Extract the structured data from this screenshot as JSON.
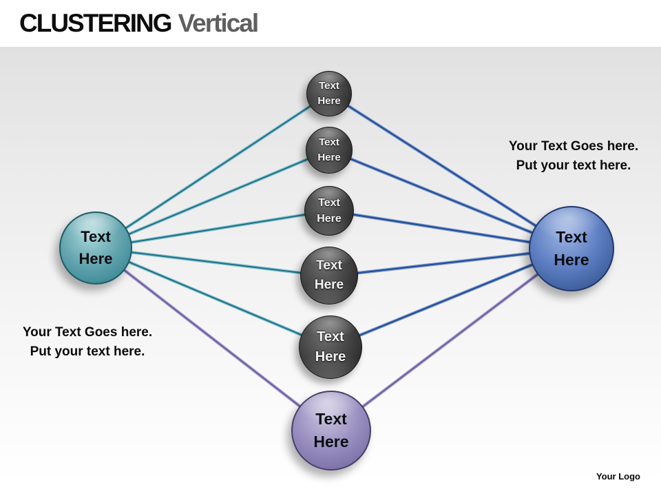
{
  "slide": {
    "title": {
      "primary": "CLUSTERING",
      "secondary": "Vertical"
    },
    "footer_logo": "Your Logo"
  },
  "captions": {
    "right": {
      "line1": "Your Text Goes here.",
      "line2": "Put your text here."
    },
    "left": {
      "line1": "Your Text Goes here.",
      "line2": "Put your text here."
    }
  },
  "nodes": {
    "left_hub": {
      "label": "Text Here",
      "color": "#4f959f"
    },
    "right_hub": {
      "label": "Text Here",
      "color": "#4a6fb5"
    },
    "bottom_node": {
      "label": "Text Here",
      "color": "#8177ad"
    },
    "middle": [
      {
        "label": "Text Here",
        "color": "#3a3a3a"
      },
      {
        "label": "Text Here",
        "color": "#3a3a3a"
      },
      {
        "label": "Text Here",
        "color": "#3a3a3a"
      },
      {
        "label": "Text Here",
        "color": "#3a3a3a"
      },
      {
        "label": "Text Here",
        "color": "#3a3a3a"
      }
    ]
  },
  "connector_colors": {
    "teal": "#1e7187",
    "blue": "#1f4d94",
    "purple": "#6c5da1"
  }
}
